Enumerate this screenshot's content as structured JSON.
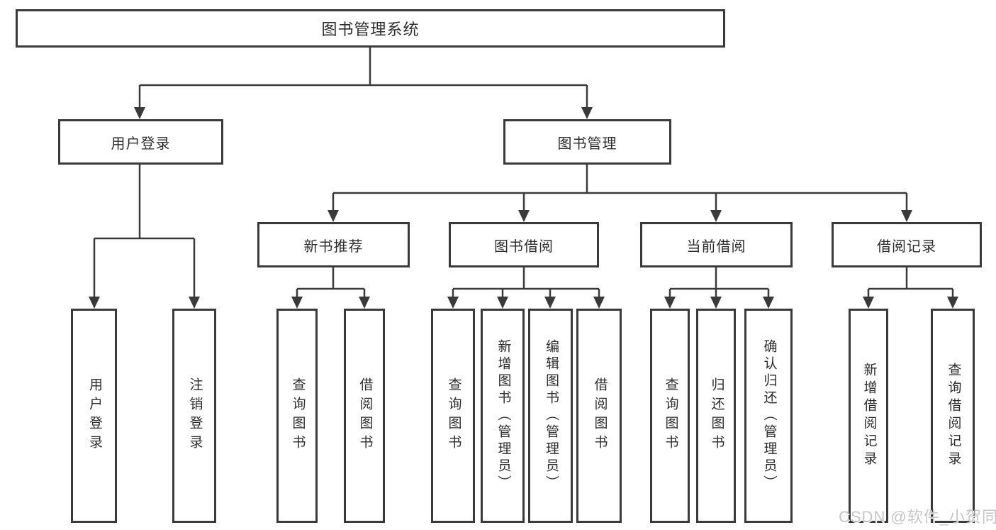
{
  "diagram": {
    "title": "图书管理系统",
    "root": "图书管理系统",
    "branches": [
      {
        "label": "用户登录",
        "children": [
          "用户登录",
          "注销登录"
        ]
      },
      {
        "label": "图书管理",
        "groups": [
          {
            "label": "新书推荐",
            "children": [
              "查询图书",
              "借阅图书"
            ]
          },
          {
            "label": "图书借阅",
            "children": [
              "查询图书",
              "新增图书（管理员）",
              "编辑图书（管理员）",
              "借阅图书"
            ]
          },
          {
            "label": "当前借阅",
            "children": [
              "查询图书",
              "归还图书",
              "确认归还（管理员）"
            ]
          },
          {
            "label": "借阅记录",
            "children": [
              "新增借阅记录",
              "查询借阅记录"
            ]
          }
        ]
      }
    ]
  },
  "watermark": "CSDN @软件_小贺同学",
  "colors": {
    "line": "#3a3a3a",
    "box_border": "#3a3a3a",
    "text": "#2d2d2d",
    "watermark": "#c6c6c6",
    "background": "#ffffff"
  }
}
